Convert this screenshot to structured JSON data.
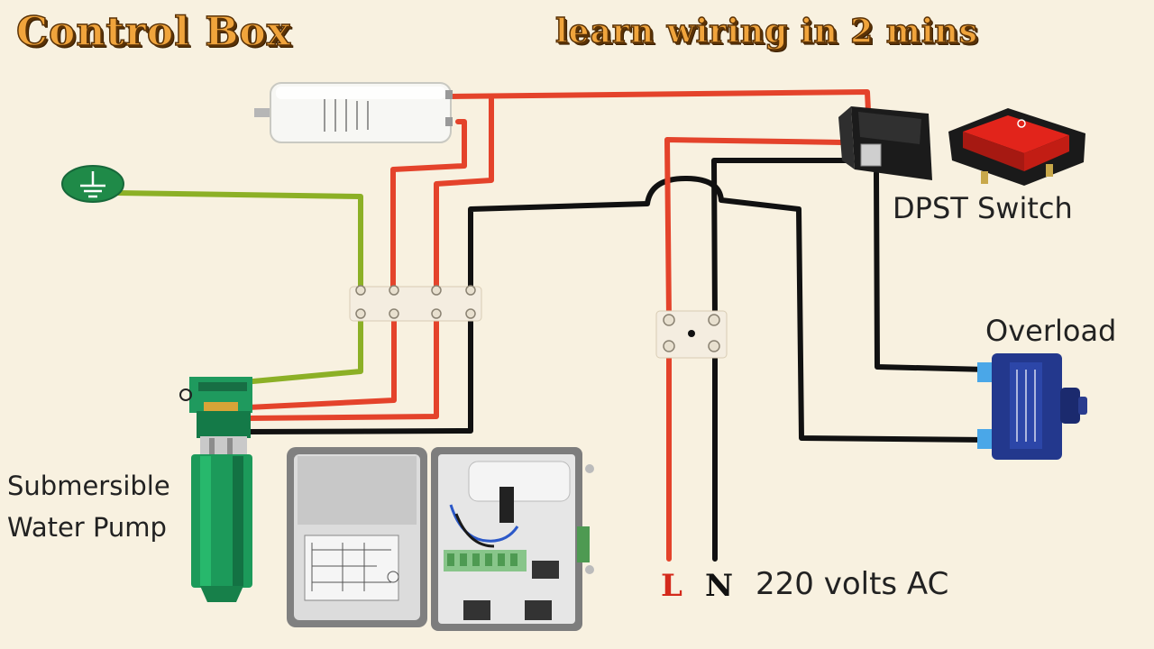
{
  "header": {
    "title": "Control Box",
    "subtitle": "learn wiring in 2 mins"
  },
  "labels": {
    "dpst_switch": "DPST Switch",
    "overload": "Overload",
    "pump_line1": "Submersible",
    "pump_line2": "Water Pump",
    "line": "L",
    "neutral": "N",
    "supply": "220 volts AC"
  },
  "icons": {
    "ground": "earth-ground-icon",
    "switch_indicator": "power-o-icon"
  },
  "colors": {
    "background": "#f8f1e0",
    "title_fill": "#f0a43c",
    "title_outline": "#5a3206",
    "wire_live": "#e4432b",
    "wire_neutral": "#111111",
    "wire_earth": "#8cb026",
    "pump_body": "#1f9a5e",
    "switch_lamp": "#e2241b",
    "overload_body": "#23388d"
  }
}
